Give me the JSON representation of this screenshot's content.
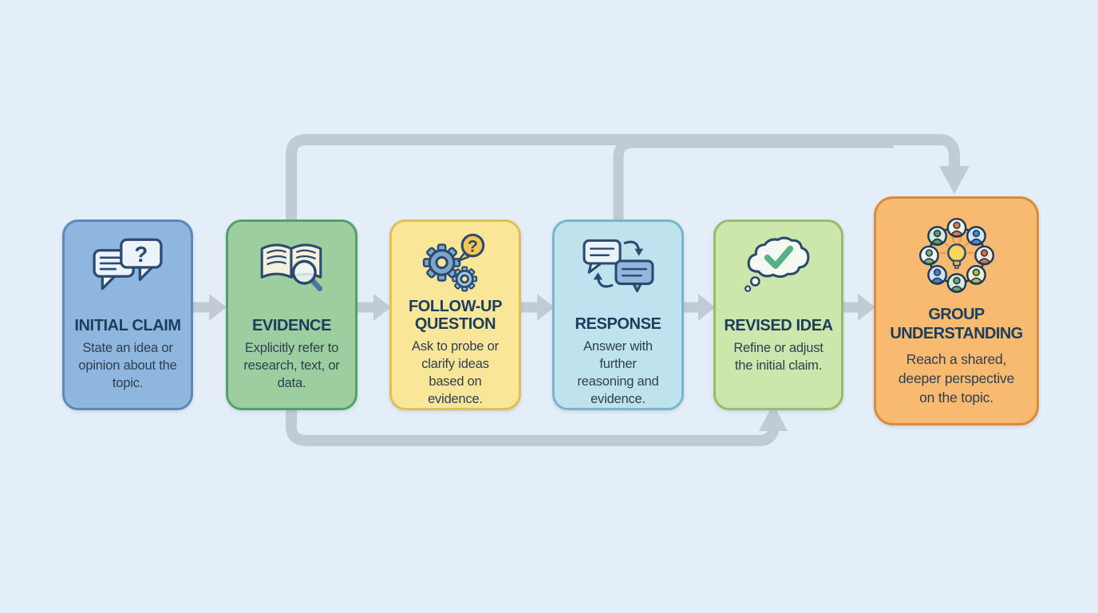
{
  "page": {
    "background_color": "#e4eef8",
    "connector_color": "#c1cbd5",
    "title_color": "#1d3d5c",
    "body_text_color": "#2e3f52"
  },
  "boxes": [
    {
      "id": "initial-claim",
      "title": "INITIAL CLAIM",
      "body": "State an idea or opinion about the topic.",
      "icon": "chat-question-icon",
      "colors": {
        "fill": "#8fb6de",
        "border": "#5e88b5"
      }
    },
    {
      "id": "evidence",
      "title": "EVIDENCE",
      "body": "Explicitly refer to research, text, or data.",
      "icon": "book-magnifier-icon",
      "colors": {
        "fill": "#9cce9f",
        "border": "#55a06a"
      }
    },
    {
      "id": "follow-up-question",
      "title": "FOLLOW-UP QUESTION",
      "body": "Ask to probe or clarify ideas based on evidence.",
      "icon": "gears-question-icon",
      "colors": {
        "fill": "#fae699",
        "border": "#e2bd58"
      }
    },
    {
      "id": "response",
      "title": "RESPONSE",
      "body": "Answer with further reasoning and evidence.",
      "icon": "chat-exchange-icon",
      "colors": {
        "fill": "#bfe3ee",
        "border": "#7ab5cc"
      }
    },
    {
      "id": "revised-idea",
      "title": "REVISED IDEA",
      "body": "Refine or adjust the initial claim.",
      "icon": "thought-check-icon",
      "colors": {
        "fill": "#cde6ac",
        "border": "#97bd68"
      }
    },
    {
      "id": "group-understanding",
      "title": "GROUP UNDERSTANDING",
      "body": "Reach a shared, deeper perspective on the topic.",
      "icon": "group-lightbulb-icon",
      "colors": {
        "fill": "#f8ba70",
        "border": "#d98c3f"
      }
    }
  ],
  "connectors": {
    "sequence_arrows_between_steps": 5,
    "top_loop": {
      "from": [
        "evidence",
        "response"
      ],
      "to": "group-understanding"
    },
    "bottom_loop": {
      "from": "evidence",
      "to": "revised-idea"
    }
  }
}
